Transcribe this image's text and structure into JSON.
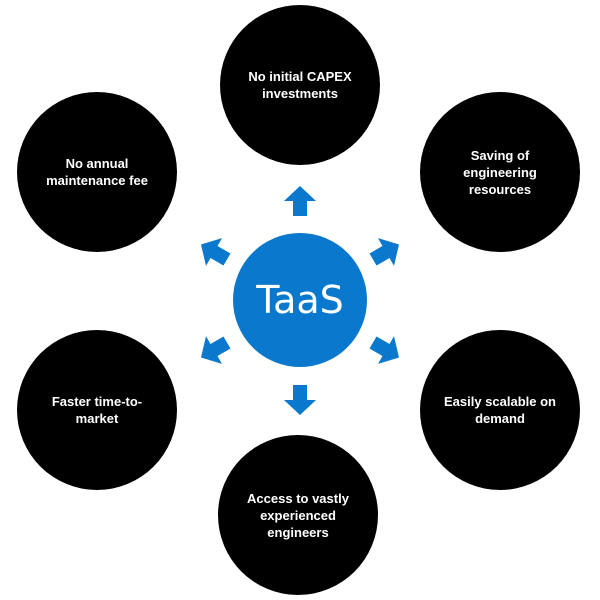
{
  "center": {
    "label": "TaaS",
    "color": "#0a78cc"
  },
  "nodes": [
    {
      "label": "No initial CAPEX investments"
    },
    {
      "label": "Saving of engineering resources"
    },
    {
      "label": "Easily scalable on demand"
    },
    {
      "label": "Access to vastly experienced engineers"
    },
    {
      "label": "Faster time-to-market"
    },
    {
      "label": "No annual maintenance fee"
    }
  ]
}
